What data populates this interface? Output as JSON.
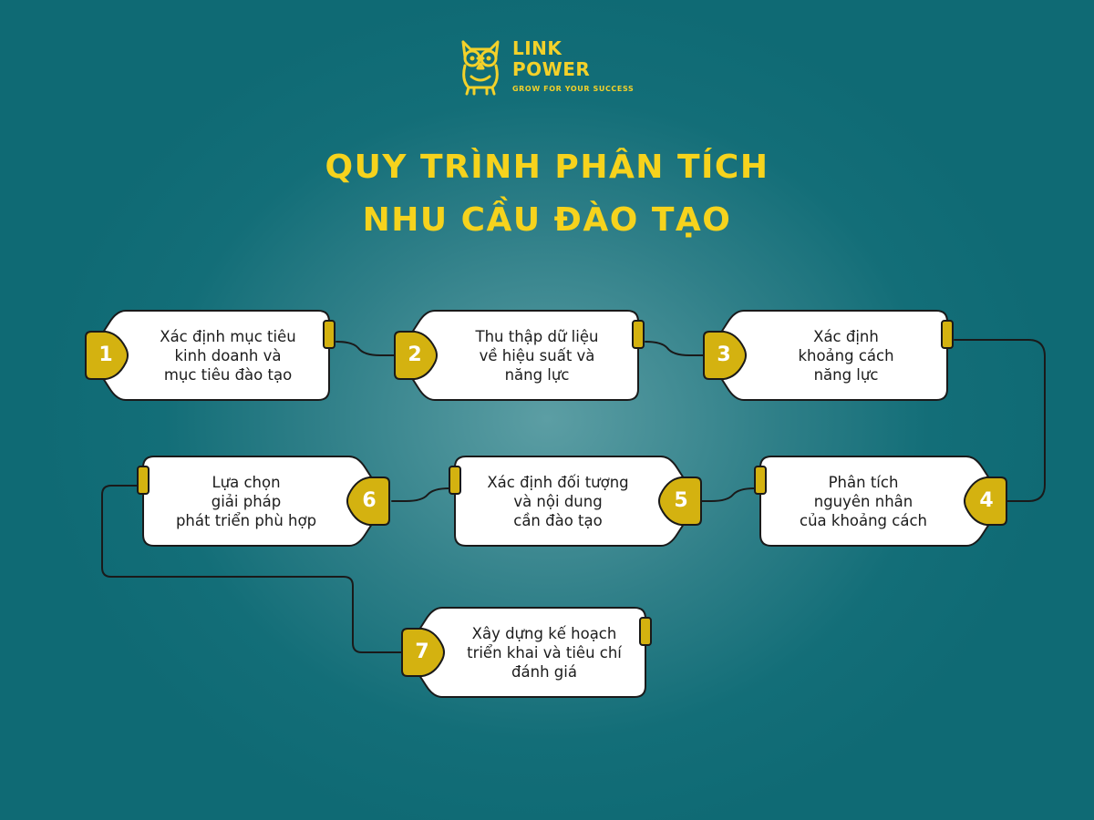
{
  "colors": {
    "accent_yellow": "#f6d31d",
    "badge_gold": "#d4b210",
    "card_fill": "#ffffff",
    "outline": "#1a1a1a",
    "bg_teal": "#136e78",
    "bg_center": "#5c9ea4"
  },
  "brand": {
    "logo_icon": "owl-icon",
    "line1": "LINK",
    "line2": "POWER",
    "tagline": "GROW FOR YOUR SUCCESS"
  },
  "title": {
    "line1": "QUY TRÌNH PHÂN TÍCH",
    "line2": "NHU CẦU ĐÀO TẠO"
  },
  "steps": [
    {
      "number": "1",
      "lines": [
        "Xác định mục tiêu",
        "kinh doanh và",
        "mục tiêu đào tạo"
      ]
    },
    {
      "number": "2",
      "lines": [
        "Thu thập dữ liệu",
        "về hiệu suất và",
        "năng lực"
      ]
    },
    {
      "number": "3",
      "lines": [
        "Xác định",
        "khoảng cách",
        "năng lực"
      ]
    },
    {
      "number": "4",
      "lines": [
        "Phân tích",
        "nguyên nhân",
        "của khoảng cách"
      ]
    },
    {
      "number": "5",
      "lines": [
        "Xác định đối tượng",
        "và nội dung",
        "cần đào tạo"
      ]
    },
    {
      "number": "6",
      "lines": [
        "Lựa chọn",
        "giải pháp",
        "phát triển phù hợp"
      ]
    },
    {
      "number": "7",
      "lines": [
        "Xây dựng kế hoạch",
        "triển khai và tiêu chí",
        "đánh giá"
      ]
    }
  ]
}
